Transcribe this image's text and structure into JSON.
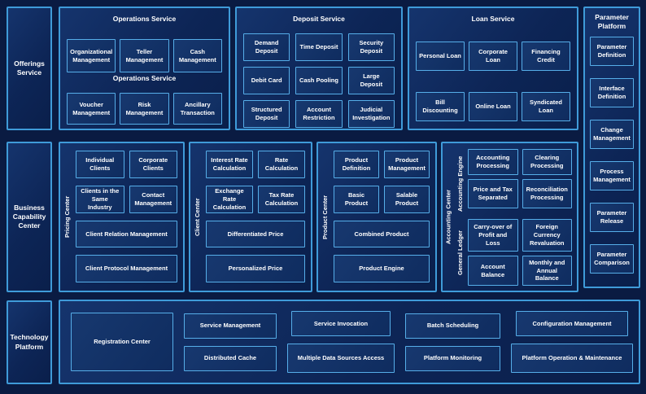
{
  "rail": {
    "offerings": "Offerings Service",
    "business": "Business Capability Center",
    "technology": "Technology Platform"
  },
  "operations": {
    "title": "Operations Service",
    "subtitle": "Operations Service",
    "row1": [
      "Organizational Management",
      "Teller Management",
      "Cash Management"
    ],
    "row2": [
      "Voucher Management",
      "Risk Management",
      "Ancillary Transaction"
    ]
  },
  "deposit": {
    "title": "Deposit Service",
    "items": [
      "Demand Deposit",
      "Time Deposit",
      "Security Deposit",
      "Debit Card",
      "Cash Pooling",
      "Large Deposit",
      "Structured Deposit",
      "Account Restriction",
      "Judicial Investigation"
    ]
  },
  "loan": {
    "title": "Loan Service",
    "row1": [
      "Personal Loan",
      "Corporate Loan",
      "Financing Credit"
    ],
    "row2": [
      "Bill Discounting",
      "Online Loan",
      "Syndicated Loan"
    ]
  },
  "parameter_platform": {
    "title": "Parameter Platform",
    "items": [
      "Parameter Definition",
      "Interface Definition",
      "Change Management",
      "Process Management",
      "Parameter Release",
      "Parameter Comparison"
    ]
  },
  "pricing_center": {
    "label": "Pricing Center",
    "row1": [
      "Individual Clients",
      "Corporate Clients"
    ],
    "row2": [
      "Clients in the Same Industry",
      "Contact Management"
    ],
    "wide1": "Client Relation Management",
    "wide2": "Client Protocol Management"
  },
  "client_center": {
    "label": "Client Center",
    "row1": [
      "Interest Rate Calculation",
      "Rate Calculation"
    ],
    "row2": [
      "Exchange Rate Calculation",
      "Tax Rate Calculation"
    ],
    "wide1": "Differentiated Price",
    "wide2": "Personalized Price"
  },
  "product_center": {
    "label": "Product Center",
    "row1": [
      "Product Definition",
      "Product Management"
    ],
    "row2": [
      "Basic Product",
      "Salable Product"
    ],
    "wide1": "Combined Product",
    "wide2": "Product Engine"
  },
  "accounting_center": {
    "label": "Accounting Center",
    "engine_label": "Accounting Engine",
    "ledger_label": "General Ledger",
    "row1": [
      "Accounting Processing",
      "Clearing Processing"
    ],
    "row2": [
      "Price and Tax Separated",
      "Reconciliation Processing"
    ],
    "row3": [
      "Carry-over of Profit and Loss",
      "Foreign Currency Revaluation"
    ],
    "row4": [
      "Account Balance",
      "Monthly and Annual Balance"
    ]
  },
  "technology_platform": {
    "registration": "Registration Center",
    "col1": [
      "Service Management",
      "Distributed Cache"
    ],
    "col2": [
      "Service Invocation",
      "Multiple Data Sources Access"
    ],
    "col3": [
      "Batch Scheduling",
      "Platform Monitoring"
    ],
    "col4": [
      "Configuration Management",
      "Platform Operation & Maintenance"
    ]
  },
  "colors": {
    "page_bg": "#0a1b42",
    "panel_bg": "#0d2556",
    "box_bg": "#123268",
    "panel_border": "#3f9bd9",
    "box_border": "#56aee9",
    "text": "#ffffff"
  }
}
